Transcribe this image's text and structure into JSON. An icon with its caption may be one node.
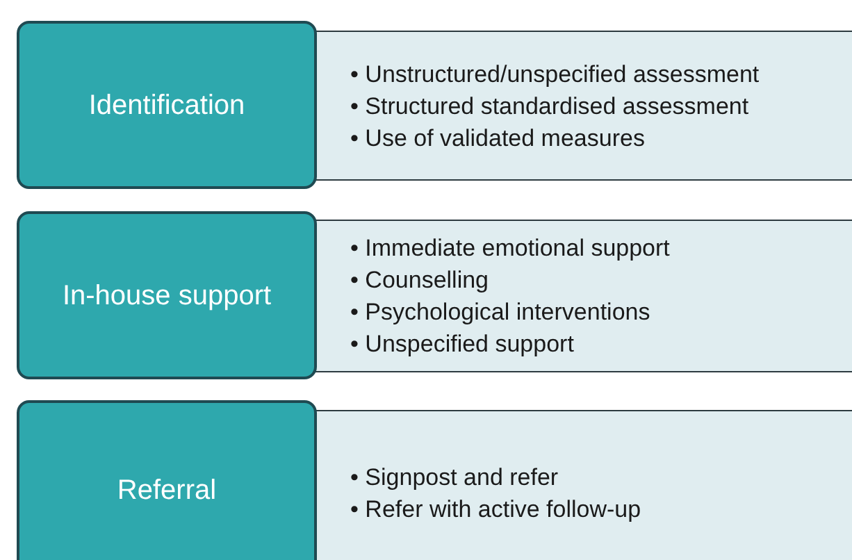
{
  "diagram": {
    "nodes": [
      {
        "text": [
          "Identification"
        ]
      },
      {
        "text": [
          "• Unstructured/unspecified assessment",
          "• Structured standardised assessment",
          "• Use of validated measures"
        ]
      },
      {
        "text": [
          "In-house support"
        ]
      },
      {
        "text": [
          "• Immediate emotional support",
          "• Counselling",
          "• Psychological interventions",
          "• Unspecified support"
        ]
      },
      {
        "text": [
          "Referral"
        ]
      },
      {
        "text": [
          "• Signpost and refer",
          "• Refer with active follow-up"
        ]
      }
    ]
  }
}
